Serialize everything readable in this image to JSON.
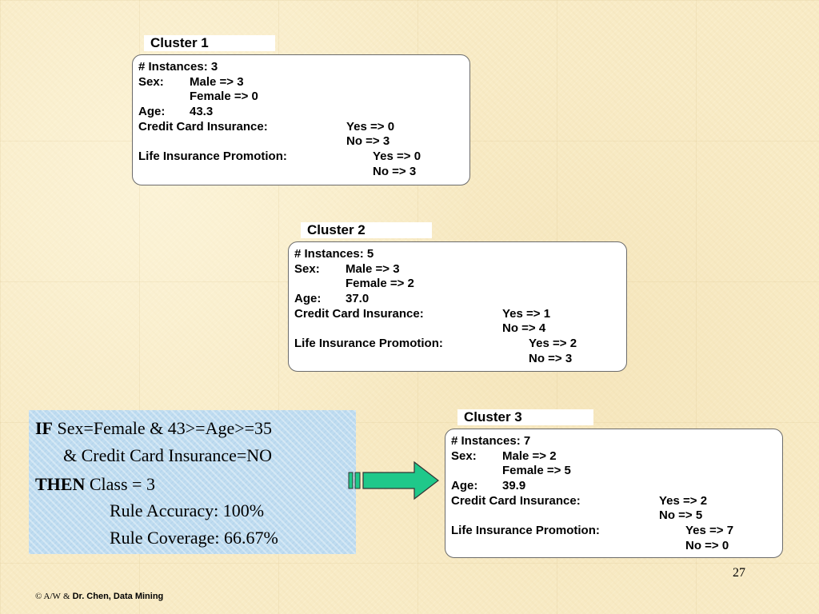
{
  "clusters": [
    {
      "title": "Cluster 1",
      "instances": "# Instances: 3",
      "sex_label": "Sex:",
      "sex_male": "Male => 3",
      "sex_female": "Female => 0",
      "age_label": "Age:",
      "age_value": "43.3",
      "cci_label": "Credit Card Insurance:",
      "cci_yes": "Yes => 0",
      "cci_no": "No => 3",
      "lip_label": "Life Insurance Promotion:",
      "lip_yes": "Yes => 0",
      "lip_no": "No => 3"
    },
    {
      "title": "Cluster 2",
      "instances": "# Instances: 5",
      "sex_label": "Sex:",
      "sex_male": "Male => 3",
      "sex_female": "Female => 2",
      "age_label": "Age:",
      "age_value": "37.0",
      "cci_label": "Credit Card Insurance:",
      "cci_yes": "Yes => 1",
      "cci_no": "No => 4",
      "lip_label": "Life Insurance Promotion:",
      "lip_yes": "Yes => 2",
      "lip_no": "No => 3"
    },
    {
      "title": "Cluster 3",
      "instances": "# Instances: 7",
      "sex_label": "Sex:",
      "sex_male": "Male => 2",
      "sex_female": "Female => 5",
      "age_label": "Age:",
      "age_value": "39.9",
      "cci_label": "Credit Card Insurance:",
      "cci_yes": "Yes => 2",
      "cci_no": "No => 5",
      "lip_label": "Life Insurance Promotion:",
      "lip_yes": "Yes => 7",
      "lip_no": "No => 0"
    }
  ],
  "rule": {
    "if_kw": "IF",
    "if_text": "Sex=Female & 43>=Age>=35",
    "and_text": "& Credit Card Insurance=NO",
    "then_kw": "THEN",
    "then_text": "Class = 3",
    "accuracy": "Rule Accuracy: 100%",
    "coverage": "Rule Coverage: 66.67%"
  },
  "page_number": "27",
  "footer": {
    "copyright": "© A/W",
    "amp": "&",
    "author": "Dr. Chen, Data Mining"
  },
  "colors": {
    "arrow_fill": "#1fc88a",
    "rule_bg": "#bfdcf0",
    "background": "#f8ebc6"
  },
  "icons": {
    "arrow": "arrow-right-icon"
  }
}
